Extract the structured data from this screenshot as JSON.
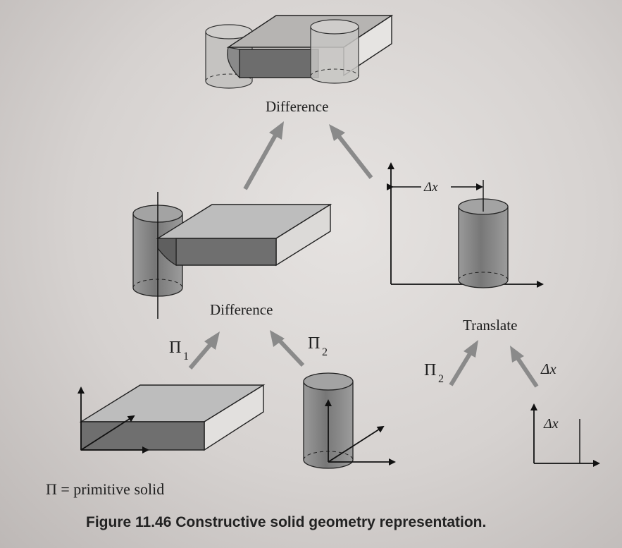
{
  "labels": {
    "difference_top": "Difference",
    "difference_mid": "Difference",
    "translate": "Translate",
    "pi1": "Π",
    "pi1_sub": "1",
    "pi2": "Π",
    "pi2_sub": "2",
    "pi2b": "Π",
    "pi2b_sub": "2",
    "dx_arrow": "Δx",
    "dx_top": "Δx",
    "dx_corner": "Δx",
    "legend": "Π = primitive solid"
  },
  "caption": "Figure 11.46 Constructive solid geometry representation.",
  "colors": {
    "arrow": "#8a8a8a",
    "block_top": "#bdbdbd",
    "block_front": "#6f6f6f",
    "block_side": "#a0a0a0",
    "cylinder": "#8b8b8b",
    "ink": "#111111"
  }
}
